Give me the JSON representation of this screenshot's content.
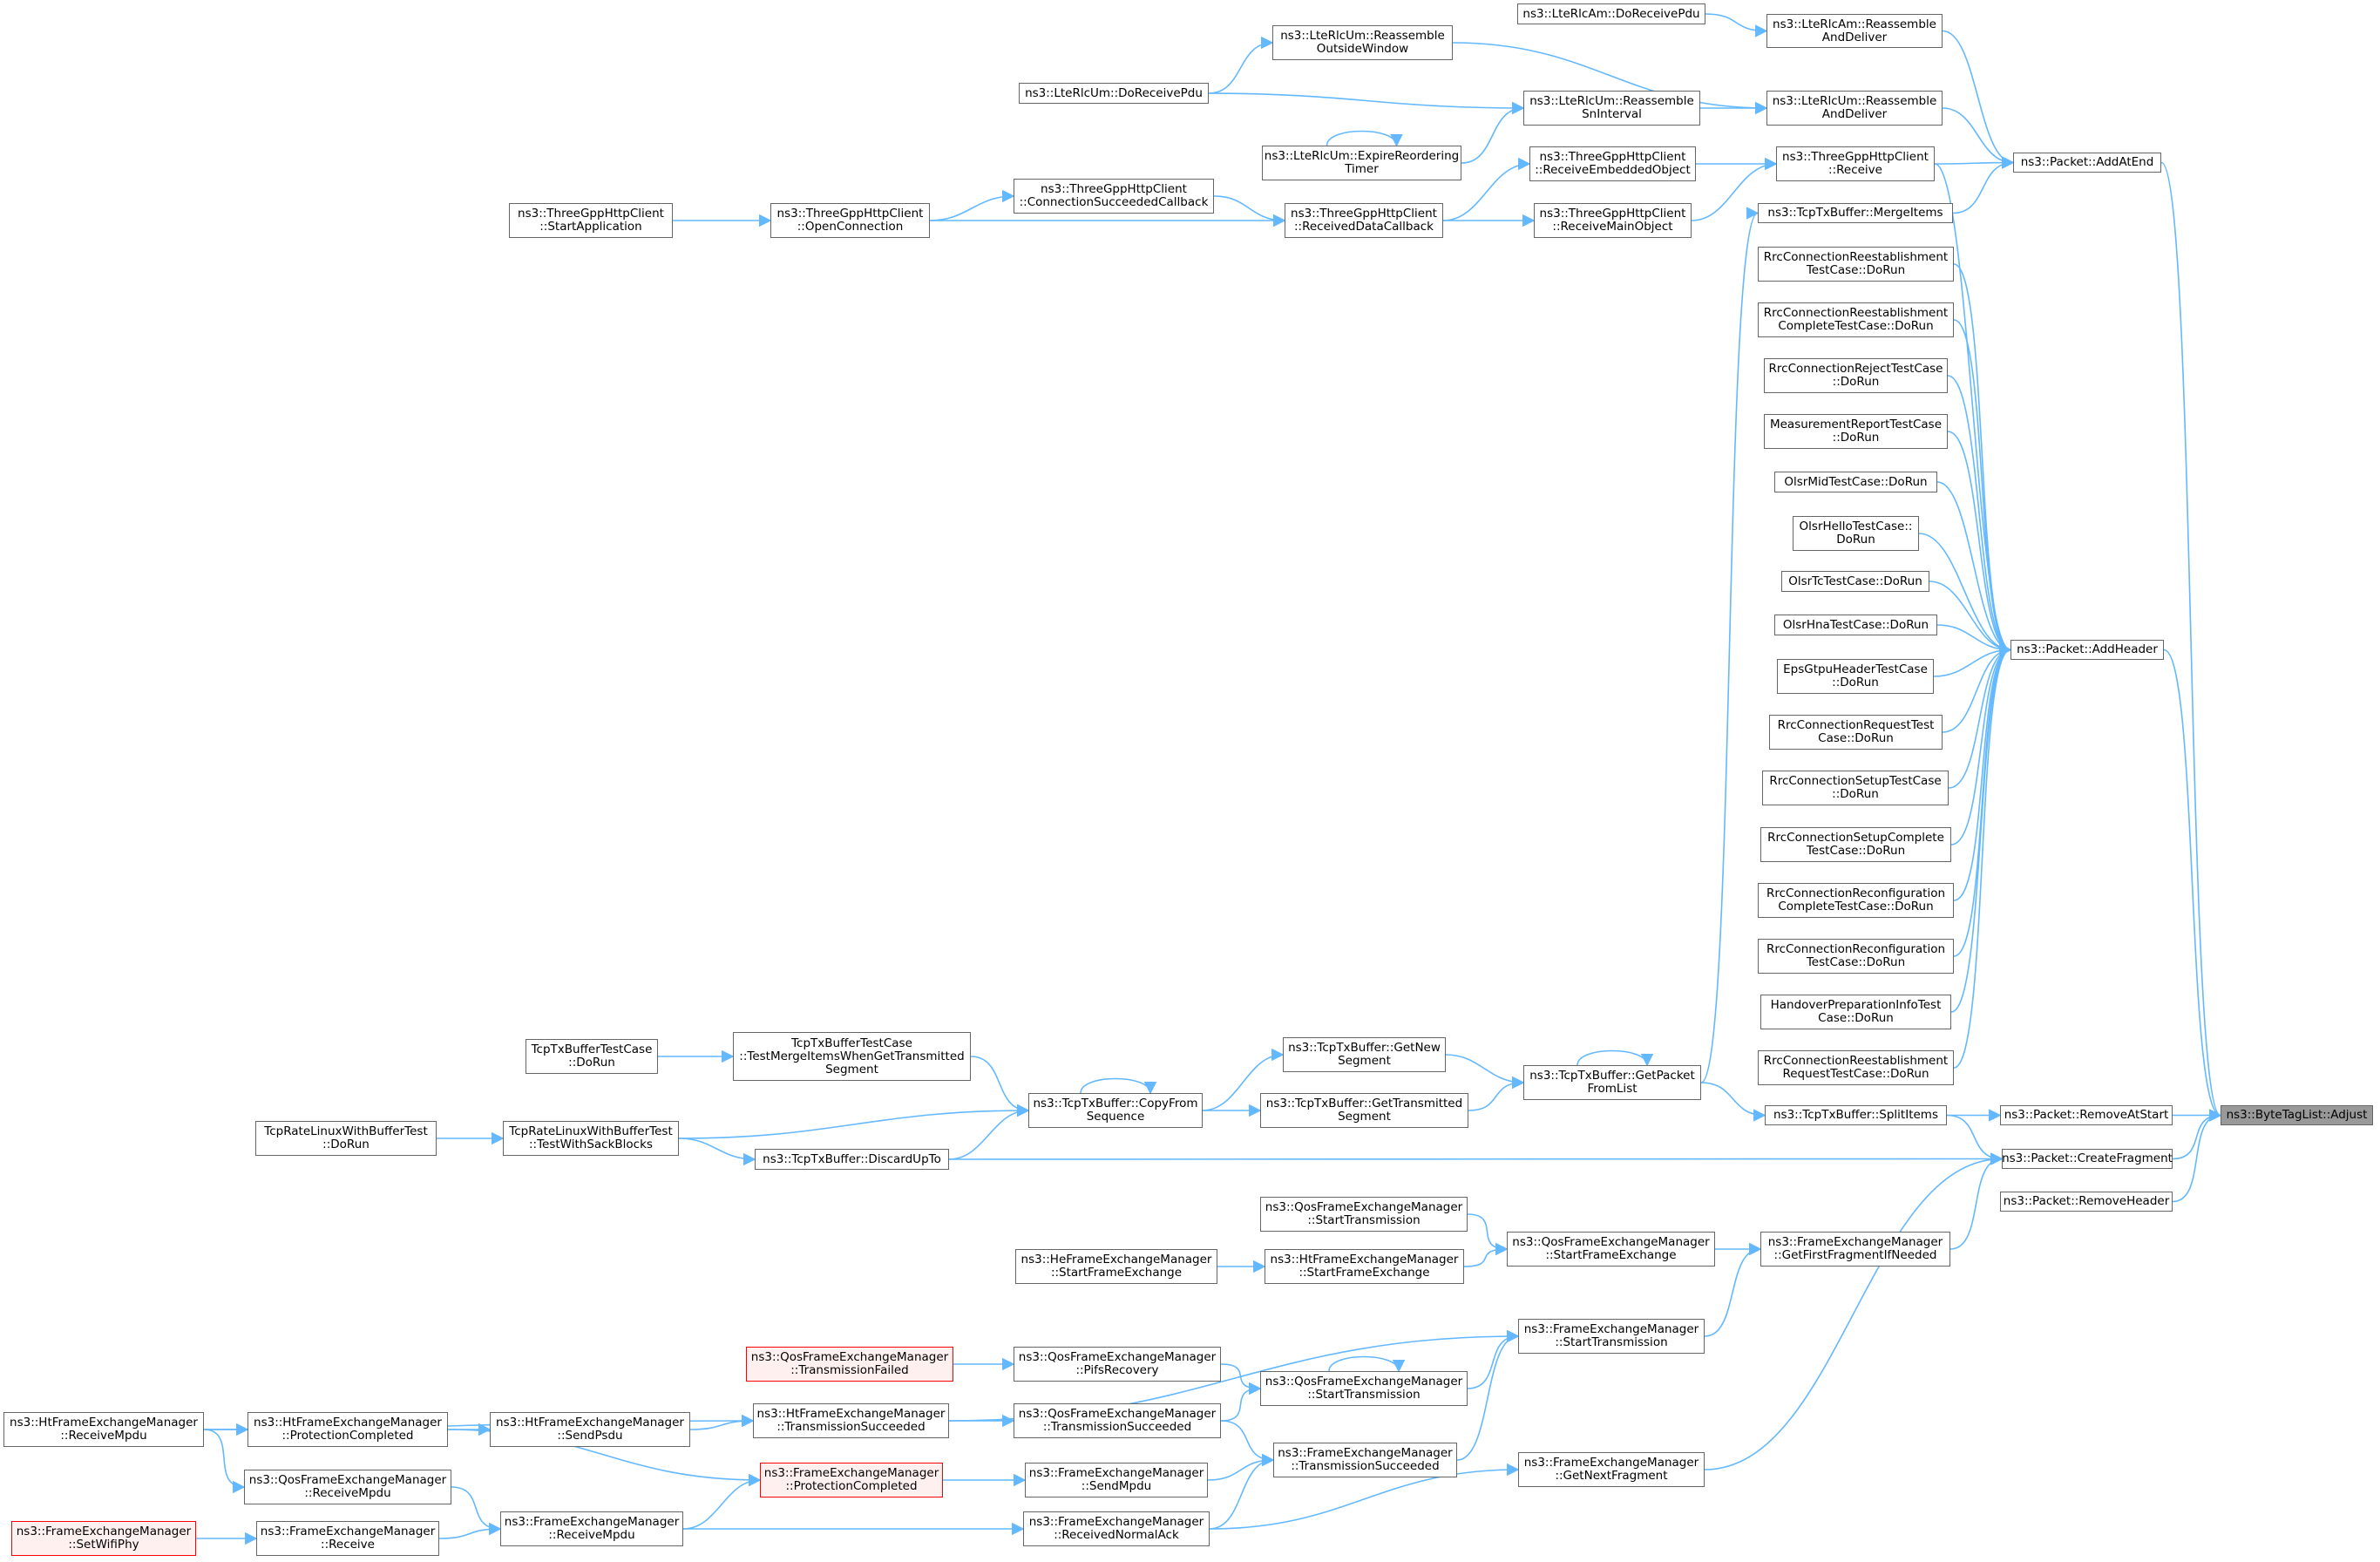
{
  "colors": {
    "edge": "#63b8ff",
    "node_border": "#666666",
    "root_fill": "#999999",
    "incomplete_border": "#ff0000",
    "incomplete_fill": "#fff0f0"
  },
  "nodes": {
    "bytetaglist_adjust": "ns3::ByteTagList::Adjust",
    "packet_addatend": "ns3::Packet::AddAtEnd",
    "packet_addheader": "ns3::Packet::AddHeader",
    "packet_removeatstart": "ns3::Packet::RemoveAtStart",
    "packet_createfragment": "ns3::Packet::CreateFragment",
    "packet_removeheader": "ns3::Packet::RemoveHeader",
    "lterlcam_doreceivepdu": "ns3::LteRlcAm::DoReceivePdu",
    "lterlcam_reassemble": "ns3::LteRlcAm::Reassemble\nAndDeliver",
    "lterlcum_reassemble_outside": "ns3::LteRlcUm::Reassemble\nOutsideWindow",
    "lterlcum_doreceivepdu": "ns3::LteRlcUm::DoReceivePdu",
    "lterlcum_reassemble_sn": "ns3::LteRlcUm::Reassemble\nSnInterval",
    "lterlcum_reassemble_deliver": "ns3::LteRlcUm::Reassemble\nAndDeliver",
    "lterlcum_expire": "ns3::LteRlcUm::ExpireReordering\nTimer",
    "http_receiveembedded": "ns3::ThreeGppHttpClient\n::ReceiveEmbeddedObject",
    "http_receive": "ns3::ThreeGppHttpClient\n::Receive",
    "http_connsucceeded": "ns3::ThreeGppHttpClient\n::ConnectionSucceededCallback",
    "http_startapp": "ns3::ThreeGppHttpClient\n::StartApplication",
    "http_openconn": "ns3::ThreeGppHttpClient\n::OpenConnection",
    "http_receiveddata": "ns3::ThreeGppHttpClient\n::ReceivedDataCallback",
    "http_receivemain": "ns3::ThreeGppHttpClient\n::ReceiveMainObject",
    "tcp_mergeitems": "ns3::TcpTxBuffer::MergeItems",
    "rrc_reest_dorun": "RrcConnectionReestablishment\nTestCase::DoRun",
    "rrc_reest_complete": "RrcConnectionReestablishment\nCompleteTestCase::DoRun",
    "rrc_reject": "RrcConnectionRejectTestCase\n::DoRun",
    "meas_report": "MeasurementReportTestCase\n::DoRun",
    "olsr_mid": "OlsrMidTestCase::DoRun",
    "olsr_hello": "OlsrHelloTestCase::\nDoRun",
    "olsr_tc": "OlsrTcTestCase::DoRun",
    "olsr_hna": "OlsrHnaTestCase::DoRun",
    "eps_gtpu": "EpsGtpuHeaderTestCase\n::DoRun",
    "rrc_request": "RrcConnectionRequestTest\nCase::DoRun",
    "rrc_setup": "RrcConnectionSetupTestCase\n::DoRun",
    "rrc_setup_complete": "RrcConnectionSetupComplete\nTestCase::DoRun",
    "rrc_reconf_complete": "RrcConnectionReconfiguration\nCompleteTestCase::DoRun",
    "rrc_reconf": "RrcConnectionReconfiguration\nTestCase::DoRun",
    "handover_prep": "HandoverPreparationInfoTest\nCase::DoRun",
    "rrc_reest_request": "RrcConnectionReestablishment\nRequestTestCase::DoRun",
    "tcpbuf_testcase_dorun": "TcpTxBufferTestCase\n::DoRun",
    "tcpbuf_testmerge": "TcpTxBufferTestCase\n::TestMergeItemsWhenGetTransmitted\nSegment",
    "tcp_getnewsegment": "ns3::TcpTxBuffer::GetNew\nSegment",
    "tcp_getpacketfromlist": "ns3::TcpTxBuffer::GetPacket\nFromList",
    "tcp_copyfromsequence": "ns3::TcpTxBuffer::CopyFrom\nSequence",
    "tcp_gettransmitted": "ns3::TcpTxBuffer::GetTransmitted\nSegment",
    "tcprate_dorun": "TcpRateLinuxWithBufferTest\n::DoRun",
    "tcprate_testsack": "TcpRateLinuxWithBufferTest\n::TestWithSackBlocks",
    "tcp_splititems": "ns3::TcpTxBuffer::SplitItems",
    "tcp_discardupto": "ns3::TcpTxBuffer::DiscardUpTo",
    "qos_starttransmission_top": "ns3::QosFrameExchangeManager\n::StartTransmission",
    "qos_startframeexchange": "ns3::QosFrameExchangeManager\n::StartFrameExchange",
    "fem_getfirstfragment": "ns3::FrameExchangeManager\n::GetFirstFragmentIfNeeded",
    "he_startframeexchange": "ns3::HeFrameExchangeManager\n::StartFrameExchange",
    "ht_startframeexchange": "ns3::HtFrameExchangeManager\n::StartFrameExchange",
    "fem_starttransmission": "ns3::FrameExchangeManager\n::StartTransmission",
    "qos_transmissionfailed": "ns3::QosFrameExchangeManager\n::TransmissionFailed",
    "qos_pifsrecovery": "ns3::QosFrameExchangeManager\n::PifsRecovery",
    "qos_starttransmission": "ns3::QosFrameExchangeManager\n::StartTransmission",
    "ht_receivempdu": "ns3::HtFrameExchangeManager\n::ReceiveMpdu",
    "ht_protectioncompleted": "ns3::HtFrameExchangeManager\n::ProtectionCompleted",
    "ht_sendpsdu": "ns3::HtFrameExchangeManager\n::SendPsdu",
    "ht_transmissionsucceeded": "ns3::HtFrameExchangeManager\n::TransmissionSucceeded",
    "qos_transmissionsucceeded": "ns3::QosFrameExchangeManager\n::TransmissionSucceeded",
    "fem_transmissionsucceeded": "ns3::FrameExchangeManager\n::TransmissionSucceeded",
    "fem_getnextfragment": "ns3::FrameExchangeManager\n::GetNextFragment",
    "qos_receivempdu": "ns3::QosFrameExchangeManager\n::ReceiveMpdu",
    "fem_protectioncompleted": "ns3::FrameExchangeManager\n::ProtectionCompleted",
    "fem_sendmpdu": "ns3::FrameExchangeManager\n::SendMpdu",
    "fem_setwifiphy": "ns3::FrameExchangeManager\n::SetWifiPhy",
    "fem_receive": "ns3::FrameExchangeManager\n::Receive",
    "fem_receivempdu": "ns3::FrameExchangeManager\n::ReceiveMpdu",
    "fem_receivednormalack": "ns3::FrameExchangeManager\n::ReceivedNormalAck"
  },
  "edges": [
    [
      "lterlcam_doreceivepdu",
      "lterlcam_reassemble"
    ],
    [
      "lterlcam_reassemble",
      "packet_addatend"
    ],
    [
      "lterlcum_reassemble_deliver",
      "packet_addatend"
    ],
    [
      "http_receive",
      "packet_addatend"
    ],
    [
      "tcp_mergeitems",
      "packet_addatend"
    ],
    [
      "packet_addatend",
      "bytetaglist_adjust"
    ],
    [
      "lterlcum_doreceivepdu",
      "lterlcum_reassemble_outside"
    ],
    [
      "lterlcum_reassemble_outside",
      "lterlcum_reassemble_deliver"
    ],
    [
      "lterlcum_doreceivepdu",
      "lterlcum_reassemble_sn"
    ],
    [
      "lterlcum_expire",
      "lterlcum_reassemble_sn"
    ],
    [
      "lterlcum_expire",
      "lterlcum_expire"
    ],
    [
      "lterlcum_reassemble_sn",
      "lterlcum_reassemble_deliver"
    ],
    [
      "http_receiveddata",
      "http_receiveembedded"
    ],
    [
      "http_receiveddata",
      "http_receivemain"
    ],
    [
      "http_receiveembedded",
      "http_receive"
    ],
    [
      "http_receivemain",
      "http_receive"
    ],
    [
      "http_openconn",
      "http_connsucceeded"
    ],
    [
      "http_connsucceeded",
      "http_receiveddata"
    ],
    [
      "http_openconn",
      "http_receiveddata"
    ],
    [
      "http_startapp",
      "http_openconn"
    ],
    [
      "tcp_getpacketfromlist",
      "tcp_mergeitems"
    ],
    [
      "http_receive",
      "packet_addheader"
    ],
    [
      "rrc_reest_dorun",
      "packet_addheader"
    ],
    [
      "rrc_reest_complete",
      "packet_addheader"
    ],
    [
      "rrc_reject",
      "packet_addheader"
    ],
    [
      "meas_report",
      "packet_addheader"
    ],
    [
      "olsr_mid",
      "packet_addheader"
    ],
    [
      "olsr_hello",
      "packet_addheader"
    ],
    [
      "olsr_tc",
      "packet_addheader"
    ],
    [
      "olsr_hna",
      "packet_addheader"
    ],
    [
      "eps_gtpu",
      "packet_addheader"
    ],
    [
      "rrc_request",
      "packet_addheader"
    ],
    [
      "rrc_setup",
      "packet_addheader"
    ],
    [
      "rrc_setup_complete",
      "packet_addheader"
    ],
    [
      "rrc_reconf_complete",
      "packet_addheader"
    ],
    [
      "rrc_reconf",
      "packet_addheader"
    ],
    [
      "handover_prep",
      "packet_addheader"
    ],
    [
      "rrc_reest_request",
      "packet_addheader"
    ],
    [
      "packet_addheader",
      "bytetaglist_adjust"
    ],
    [
      "tcpbuf_testcase_dorun",
      "tcpbuf_testmerge"
    ],
    [
      "tcpbuf_testmerge",
      "tcp_copyfromsequence"
    ],
    [
      "tcp_copyfromsequence",
      "tcp_copyfromsequence"
    ],
    [
      "tcp_copyfromsequence",
      "tcp_getnewsegment"
    ],
    [
      "tcp_copyfromsequence",
      "tcp_gettransmitted"
    ],
    [
      "tcp_getnewsegment",
      "tcp_getpacketfromlist"
    ],
    [
      "tcp_gettransmitted",
      "tcp_getpacketfromlist"
    ],
    [
      "tcp_getpacketfromlist",
      "tcp_getpacketfromlist"
    ],
    [
      "tcp_getpacketfromlist",
      "tcp_splititems"
    ],
    [
      "tcprate_dorun",
      "tcprate_testsack"
    ],
    [
      "tcprate_testsack",
      "tcp_copyfromsequence"
    ],
    [
      "tcprate_testsack",
      "tcp_discardupto"
    ],
    [
      "tcp_discardupto",
      "tcp_copyfromsequence"
    ],
    [
      "tcp_splititems",
      "packet_removeatstart"
    ],
    [
      "tcp_splititems",
      "packet_createfragment"
    ],
    [
      "tcp_discardupto",
      "packet_createfragment"
    ],
    [
      "packet_removeatstart",
      "bytetaglist_adjust"
    ],
    [
      "packet_createfragment",
      "bytetaglist_adjust"
    ],
    [
      "packet_removeheader",
      "bytetaglist_adjust"
    ],
    [
      "fem_getfirstfragment",
      "packet_createfragment"
    ],
    [
      "fem_getnextfragment",
      "packet_createfragment"
    ],
    [
      "qos_starttransmission_top",
      "qos_startframeexchange"
    ],
    [
      "ht_startframeexchange",
      "qos_startframeexchange"
    ],
    [
      "he_startframeexchange",
      "ht_startframeexchange"
    ],
    [
      "qos_startframeexchange",
      "fem_getfirstfragment"
    ],
    [
      "fem_starttransmission",
      "fem_getfirstfragment"
    ],
    [
      "ht_transmissionsucceeded",
      "fem_starttransmission"
    ],
    [
      "qos_starttransmission",
      "fem_starttransmission"
    ],
    [
      "fem_transmissionsucceeded",
      "fem_starttransmission"
    ],
    [
      "qos_transmissionfailed",
      "qos_pifsrecovery"
    ],
    [
      "qos_pifsrecovery",
      "qos_starttransmission"
    ],
    [
      "qos_starttransmission",
      "qos_starttransmission"
    ],
    [
      "qos_transmissionsucceeded",
      "qos_starttransmission"
    ],
    [
      "ht_receivempdu",
      "ht_protectioncompleted"
    ],
    [
      "ht_protectioncompleted",
      "ht_sendpsdu"
    ],
    [
      "ht_sendpsdu",
      "ht_transmissionsucceeded"
    ],
    [
      "ht_receivempdu",
      "ht_transmissionsucceeded"
    ],
    [
      "ht_transmissionsucceeded",
      "qos_transmissionsucceeded"
    ],
    [
      "qos_transmissionsucceeded",
      "fem_transmissionsucceeded"
    ],
    [
      "ht_protectioncompleted",
      "fem_protectioncompleted"
    ],
    [
      "qos_receivempdu",
      "fem_receivempdu"
    ],
    [
      "ht_receivempdu",
      "qos_receivempdu"
    ],
    [
      "fem_protectioncompleted",
      "fem_sendmpdu"
    ],
    [
      "fem_sendmpdu",
      "fem_transmissionsucceeded"
    ],
    [
      "fem_receivempdu",
      "fem_protectioncompleted"
    ],
    [
      "fem_receivednormalack",
      "fem_transmissionsucceeded"
    ],
    [
      "fem_receivempdu",
      "fem_receivednormalack"
    ],
    [
      "fem_receivednormalack",
      "fem_getnextfragment"
    ],
    [
      "fem_setwifiphy",
      "fem_receive"
    ],
    [
      "fem_receive",
      "fem_receivempdu"
    ]
  ]
}
